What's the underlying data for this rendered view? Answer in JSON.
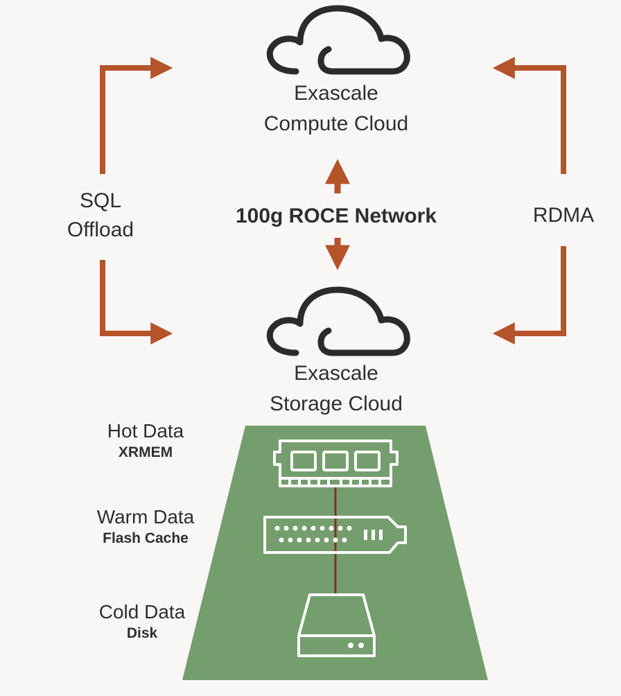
{
  "compute_cloud": {
    "line1": "Exascale",
    "line2": "Compute Cloud"
  },
  "storage_cloud": {
    "line1": "Exascale",
    "line2": "Storage Cloud"
  },
  "network_label": "100g ROCE Network",
  "left_flow": {
    "line1": "SQL",
    "line2": "Offload"
  },
  "right_flow": {
    "label": "RDMA"
  },
  "tiers": [
    {
      "title": "Hot Data",
      "subtitle": "XRMEM",
      "icon": "memory-module-icon"
    },
    {
      "title": "Warm Data",
      "subtitle": "Flash Cache",
      "icon": "flash-card-icon"
    },
    {
      "title": "Cold Data",
      "subtitle": "Disk",
      "icon": "hard-disk-icon"
    }
  ],
  "colors": {
    "arrow": "#b5532a",
    "storage_panel": "#759e6e",
    "icon_stroke": "#ffffff",
    "cloud_stroke": "#2b2b2b",
    "connector": "#8b2d20",
    "background": "#f8f7f6"
  }
}
